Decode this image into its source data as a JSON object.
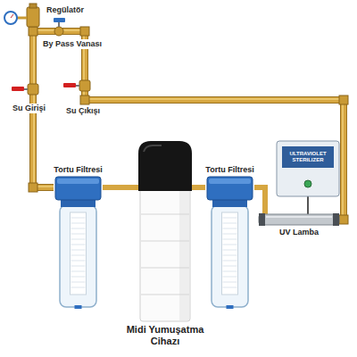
{
  "diagram": {
    "nodes": [
      {
        "text": [
          "Tortu Filtresi"
        ]
      },
      {
        "text": [
          "Midi Yumuşatma Cihazı"
        ]
      },
      {
        "text": [
          "Tortu Filtresi"
        ]
      },
      {
        "text": [
          "ULTRAVIOLET STERILIZER"
        ]
      },
      {
        "text": [
          "UV Lamba"
        ]
      }
    ],
    "edges": [
      {
        "from": 0,
        "to": 1,
        "arrow": "none"
      },
      {
        "from": 1,
        "to": 2,
        "arrow": "none"
      },
      {
        "from": 2,
        "to": 4,
        "arrow": "none"
      },
      {
        "from": 3,
        "to": 4,
        "arrow": "none"
      }
    ],
    "labels": [
      "Regülatör",
      "By Pass Vanası",
      "Su Girişi",
      "Su Çıkışı"
    ]
  }
}
